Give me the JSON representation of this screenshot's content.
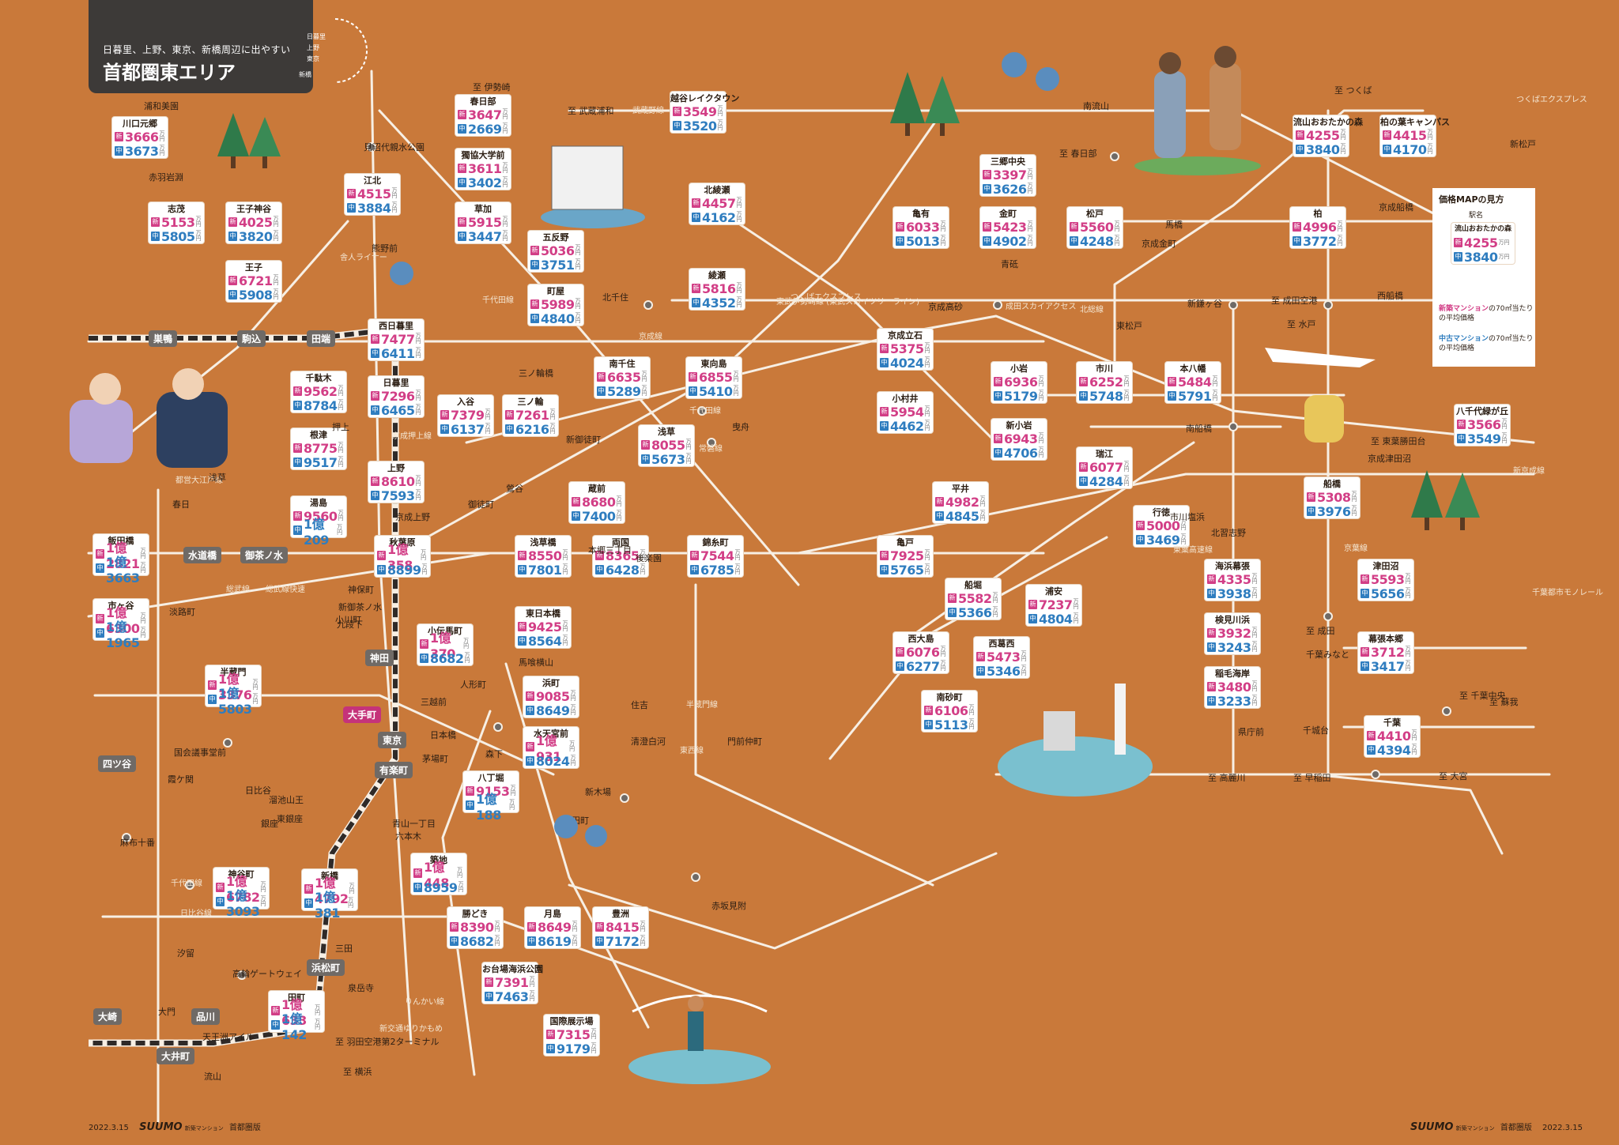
{
  "header": {
    "subtitle": "日暮里、上野、東京、新橋周辺に出やすい",
    "title": "首都圏東エリア",
    "ring_labels": [
      "日暮里",
      "上野",
      "東京",
      "新橋"
    ]
  },
  "legend": {
    "heading": "価格MAPの見方",
    "station_name_caption": "駅名",
    "sample": {
      "name": "流山おおたかの森",
      "new": "4255",
      "used": "3840"
    },
    "new_label": "新築マンション",
    "new_desc": "の70㎡当たりの平均価格",
    "used_label": "中古マンション",
    "used_desc": "の70㎡当たりの平均価格"
  },
  "colors": {
    "background": "#c9793a",
    "new_price": "#d23e86",
    "used_price": "#2f7dbf",
    "hub": "#6f6a66",
    "hub_highlight": "#c5337a"
  },
  "units": {
    "man_yen": "万円",
    "oku": "億"
  },
  "cards": [
    {
      "name": "川口元郷",
      "new": "3666",
      "used": "3673"
    },
    {
      "name": "春日部",
      "new": "3647",
      "used": "2669"
    },
    {
      "name": "獨協大学前",
      "new": "3611",
      "used": "3402"
    },
    {
      "name": "草加",
      "new": "5915",
      "used": "3447"
    },
    {
      "name": "越谷レイクタウン",
      "new": "3549",
      "used": "3520"
    },
    {
      "name": "江北",
      "new": "4515",
      "used": "3884"
    },
    {
      "name": "志茂",
      "new": "5153",
      "used": "5805"
    },
    {
      "name": "王子神谷",
      "new": "4025",
      "used": "3820"
    },
    {
      "name": "王子",
      "new": "6721",
      "used": "5908"
    },
    {
      "name": "五反野",
      "new": "5036",
      "used": "3751"
    },
    {
      "name": "北綾瀬",
      "new": "4457",
      "used": "4162"
    },
    {
      "name": "綾瀬",
      "new": "5816",
      "used": "4352"
    },
    {
      "name": "町屋",
      "new": "5989",
      "used": "4840"
    },
    {
      "name": "西日暮里",
      "new": "7477",
      "used": "6411"
    },
    {
      "name": "日暮里",
      "new": "7296",
      "used": "6465"
    },
    {
      "name": "千駄木",
      "new": "9562",
      "used": "8784"
    },
    {
      "name": "根津",
      "new": "8775",
      "used": "9517"
    },
    {
      "name": "入谷",
      "new": "7379",
      "used": "6137"
    },
    {
      "name": "三ノ輪",
      "new": "7261",
      "used": "6216"
    },
    {
      "name": "南千住",
      "new": "6635",
      "used": "5289"
    },
    {
      "name": "東向島",
      "new": "6855",
      "used": "5410"
    },
    {
      "name": "上野",
      "new": "8610",
      "used": "7593"
    },
    {
      "name": "浅草",
      "new": "8055",
      "used": "5673"
    },
    {
      "name": "湯島",
      "new": "9560",
      "used": "1億209"
    },
    {
      "name": "蔵前",
      "new": "8680",
      "used": "7400"
    },
    {
      "name": "飯田橋",
      "new": "1億2821",
      "used": "1億3663"
    },
    {
      "name": "秋葉原",
      "new": "1億358",
      "used": "8899"
    },
    {
      "name": "浅草橋",
      "new": "8550",
      "used": "7801"
    },
    {
      "name": "両国",
      "new": "8365",
      "used": "6428"
    },
    {
      "name": "錦糸町",
      "new": "7544",
      "used": "6785"
    },
    {
      "name": "市ヶ谷",
      "new": "1億6300",
      "used": "1億1965"
    },
    {
      "name": "小伝馬町",
      "new": "1億370",
      "used": "8682"
    },
    {
      "name": "東日本橋",
      "new": "9425",
      "used": "8564"
    },
    {
      "name": "半蔵門",
      "new": "1億3376",
      "used": "1億5803"
    },
    {
      "name": "浜町",
      "new": "9085",
      "used": "8649"
    },
    {
      "name": "水天宮前",
      "new": "1億931",
      "used": "8024"
    },
    {
      "name": "八丁堀",
      "new": "9153",
      "used": "1億188"
    },
    {
      "name": "築地",
      "new": "1億448",
      "used": "8959"
    },
    {
      "name": "神谷町",
      "new": "1億6782",
      "used": "1億3093"
    },
    {
      "name": "新橋",
      "new": "1億4792",
      "used": "1億381"
    },
    {
      "name": "勝どき",
      "new": "8390",
      "used": "8682"
    },
    {
      "name": "月島",
      "new": "8649",
      "used": "8619"
    },
    {
      "name": "豊洲",
      "new": "8415",
      "used": "7172"
    },
    {
      "name": "お台場海浜公園",
      "new": "7391",
      "used": "7463"
    },
    {
      "name": "田町",
      "new": "1億633",
      "used": "1億142"
    },
    {
      "name": "国際展示場",
      "new": "7315",
      "used": "9179"
    },
    {
      "name": "三郷中央",
      "new": "3397",
      "used": "3626"
    },
    {
      "name": "亀有",
      "new": "6033",
      "used": "5013"
    },
    {
      "name": "金町",
      "new": "5423",
      "used": "4902"
    },
    {
      "name": "松戸",
      "new": "5560",
      "used": "4248"
    },
    {
      "name": "流山おおたかの森",
      "new": "4255",
      "used": "3840"
    },
    {
      "name": "柏の葉キャンパス",
      "new": "4415",
      "used": "4170"
    },
    {
      "name": "柏",
      "new": "4996",
      "used": "3772"
    },
    {
      "name": "京成立石",
      "new": "5375",
      "used": "4024"
    },
    {
      "name": "小村井",
      "new": "5954",
      "used": "4462"
    },
    {
      "name": "小岩",
      "new": "6936",
      "used": "5179"
    },
    {
      "name": "市川",
      "new": "6252",
      "used": "5748"
    },
    {
      "name": "本八幡",
      "new": "5484",
      "used": "5791"
    },
    {
      "name": "新小岩",
      "new": "6943",
      "used": "4706"
    },
    {
      "name": "瑞江",
      "new": "6077",
      "used": "4284"
    },
    {
      "name": "平井",
      "new": "4982",
      "used": "4845"
    },
    {
      "name": "行徳",
      "new": "5000",
      "used": "3469"
    },
    {
      "name": "亀戸",
      "new": "7925",
      "used": "5765"
    },
    {
      "name": "船堀",
      "new": "5582",
      "used": "5366"
    },
    {
      "name": "浦安",
      "new": "7237",
      "used": "4804"
    },
    {
      "name": "西大島",
      "new": "6076",
      "used": "6277"
    },
    {
      "name": "西葛西",
      "new": "5473",
      "used": "5346"
    },
    {
      "name": "南砂町",
      "new": "6106",
      "used": "5113"
    },
    {
      "name": "海浜幕張",
      "new": "4335",
      "used": "3938"
    },
    {
      "name": "検見川浜",
      "new": "3932",
      "used": "3243"
    },
    {
      "name": "稲毛海岸",
      "new": "3480",
      "used": "3233"
    },
    {
      "name": "船橋",
      "new": "5308",
      "used": "3976"
    },
    {
      "name": "津田沼",
      "new": "5593",
      "used": "5656"
    },
    {
      "name": "幕張本郷",
      "new": "3712",
      "used": "3417"
    },
    {
      "name": "千葉",
      "new": "4410",
      "used": "4394"
    },
    {
      "name": "八千代緑が丘",
      "new": "3566",
      "used": "3549"
    }
  ],
  "hubs": [
    "巣鴨",
    "駒込",
    "田端",
    "水道橋",
    "御茶ノ水",
    "神田",
    "大手町",
    "東京",
    "有楽町",
    "四ツ谷",
    "浜松町",
    "大崎",
    "品川",
    "大井町"
  ],
  "stations": [
    "浦和美園",
    "赤羽岩淵",
    "至 伊勢崎",
    "至 武蔵浦和",
    "武蔵野線",
    "見沼代親水公園",
    "舎人ライナー",
    "熊野前",
    "千代田線",
    "三ノ輪橋",
    "北千住",
    "京成線",
    "東武伊勢崎線 (東武スカイツリーライン)",
    "つくばエクスプレス",
    "千代田線",
    "常磐線",
    "曳舟",
    "押上",
    "京成押上線",
    "京成上野",
    "鶯谷",
    "御徒町",
    "新御徒町",
    "都営大江戸線",
    "浅草",
    "春日",
    "本郷三丁目",
    "後楽園",
    "総武線",
    "総武線快速",
    "神保町",
    "新御茶ノ水",
    "小川町",
    "淡路町",
    "九段下",
    "馬喰横山",
    "人形町",
    "三越前",
    "日本橋",
    "茅場町",
    "森下",
    "住吉",
    "清澄白河",
    "半蔵門線",
    "門前仲町",
    "東西線",
    "新木場",
    "永田町",
    "赤坂見附",
    "国会議事堂前",
    "霞ケ関",
    "日比谷",
    "溜池山王",
    "銀座",
    "東銀座",
    "青山一丁目",
    "六本木",
    "麻布十番",
    "千代田線",
    "日比谷線",
    "汐留",
    "大門",
    "三田",
    "泉岳寺",
    "高輪ゲートウェイ",
    "りんかい線",
    "新交通ゆりかもめ",
    "天王洲アイル",
    "至 羽田空港第2ターミナル",
    "至 横浜",
    "流山",
    "南流山",
    "至 春日部",
    "至 つくば",
    "つくばエクスプレス",
    "新松戸",
    "馬橋",
    "京成金町",
    "青砥",
    "京成高砂",
    "成田スカイアクセス",
    "北総線",
    "東松戸",
    "新鎌ヶ谷",
    "至 成田空港",
    "至 水戸",
    "西船橋",
    "京成船橋",
    "南船橋",
    "市川塩浜",
    "北習志野",
    "東葉高速線",
    "至 東葉勝田台",
    "京成津田沼",
    "新京成線",
    "至 成田",
    "京葉線",
    "千葉都市モノレール",
    "千葉みなと",
    "千城台",
    "県庁前",
    "至 蘇我",
    "至 千葉中央",
    "至 大宮",
    "至 高麗川",
    "至 早稲田"
  ],
  "footer": {
    "date": "2022.3.15",
    "brand": "SUUMO",
    "brand_sub": "新築マンション",
    "edition": "首都圏版"
  }
}
